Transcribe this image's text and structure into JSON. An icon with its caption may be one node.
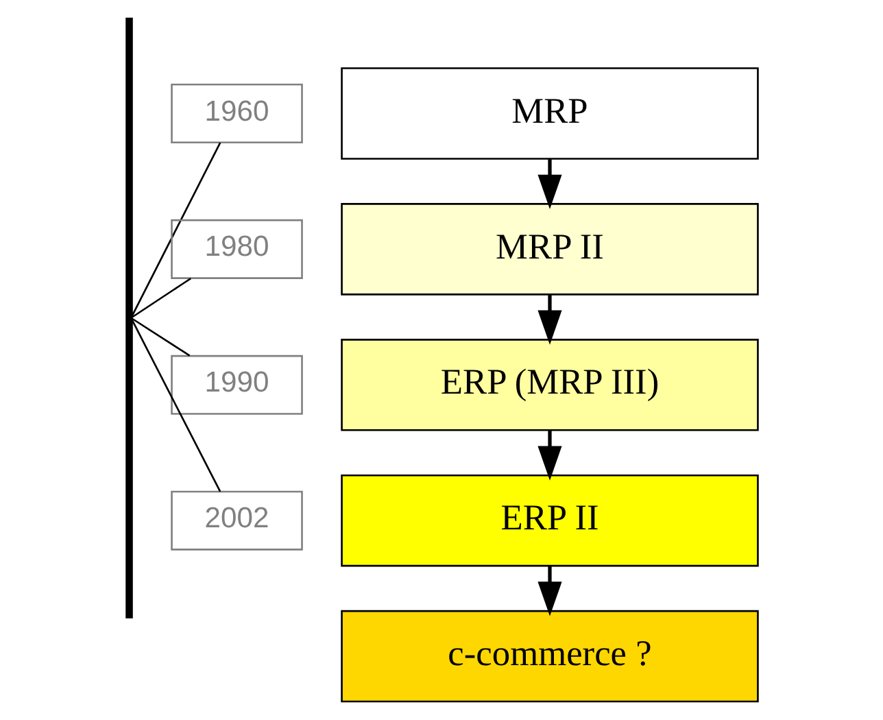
{
  "diagram": {
    "nodes": [
      {
        "text": [],
        "shape": "bar"
      },
      {
        "text": [
          "1960"
        ]
      },
      {
        "text": [
          "1980"
        ]
      },
      {
        "text": [
          "1990"
        ]
      },
      {
        "text": [
          "2002"
        ]
      },
      {
        "text": [
          "MRP"
        ]
      },
      {
        "text": [
          "MRP II"
        ]
      },
      {
        "text": [
          "ERP (MRP III)"
        ]
      },
      {
        "text": [
          "ERP II"
        ]
      },
      {
        "text": [
          "c-commerce ?"
        ]
      }
    ],
    "edges": [
      {
        "from": 0,
        "to": 1,
        "arrow": "none"
      },
      {
        "from": 0,
        "to": 2,
        "arrow": "none"
      },
      {
        "from": 0,
        "to": 3,
        "arrow": "none"
      },
      {
        "from": 0,
        "to": 4,
        "arrow": "none"
      },
      {
        "from": 5,
        "to": 6,
        "arrow": "to"
      },
      {
        "from": 6,
        "to": 7,
        "arrow": "to"
      },
      {
        "from": 7,
        "to": 8,
        "arrow": "to"
      },
      {
        "from": 8,
        "to": 9,
        "arrow": "to"
      }
    ]
  }
}
